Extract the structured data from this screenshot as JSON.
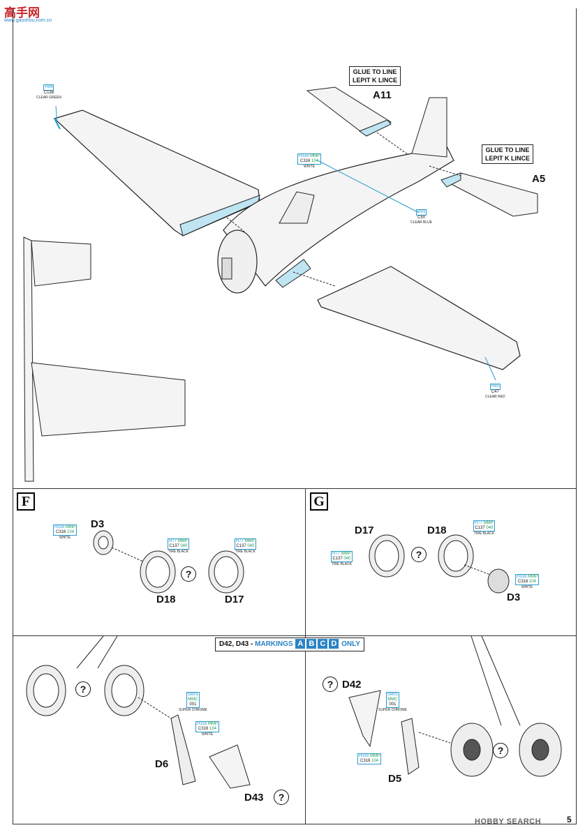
{
  "logo": {
    "text": "高手网",
    "sub": "www.gaoshou.com.cn"
  },
  "top": {
    "glue1": {
      "line1": "GLUE TO LINE",
      "line2": "LEPIT K LINCE",
      "part": "A11"
    },
    "glue2": {
      "line1": "GLUE TO LINE",
      "line2": "LEPIT K LINCE",
      "part": "A5"
    },
    "callouts": [
      {
        "h": "H94",
        "c": "C138",
        "name": "CLEAR GREEN"
      },
      {
        "h": "H316",
        "mmp": "MMP",
        "c": "C316",
        "num": "104",
        "name": "WHITE"
      },
      {
        "h": "H93",
        "c": "C50",
        "name": "CLEAR BLUE"
      },
      {
        "h": "H90",
        "c": "C47",
        "name": "CLEAR RED"
      }
    ]
  },
  "sectionF": {
    "label": "F",
    "parts": [
      "D3",
      "D18",
      "D17"
    ],
    "callouts": [
      {
        "h": "H316",
        "mmp": "MMP",
        "c": "C316",
        "num": "104",
        "name": "WHITE"
      },
      {
        "h": "H77",
        "mmp": "MMP",
        "c": "C137",
        "num": "040",
        "name": "TIRE BLACK"
      },
      {
        "h": "H77",
        "mmp": "MMP",
        "c": "C137",
        "num": "040",
        "name": "TIRE BLACK"
      }
    ],
    "q": "?"
  },
  "sectionG": {
    "label": "G",
    "parts": [
      "D17",
      "D18",
      "D3"
    ],
    "callouts": [
      {
        "h": "H77",
        "mmp": "MMP",
        "c": "C137",
        "num": "040",
        "name": "TIRE BLACK"
      },
      {
        "h": "H77",
        "mmp": "MMP",
        "c": "C137",
        "num": "040",
        "name": "TIRE BLACK"
      },
      {
        "h": "H316",
        "mmp": "MMP",
        "c": "C316",
        "num": "104",
        "name": "WHITE"
      }
    ],
    "q": "?"
  },
  "markings": {
    "prefix": "D42, D43 - ",
    "word": "MARKINGS",
    "letters": [
      "A",
      "B",
      "C",
      "D"
    ],
    "suffix": "ONLY"
  },
  "lower": {
    "left": {
      "parts": [
        "D6",
        "D43"
      ],
      "sm": {
        "h": "SM01",
        "mmc": "MMC",
        "num": "001",
        "name": "SUPER CHROME"
      },
      "white": {
        "h": "H316",
        "mmp": "MMP",
        "c": "C316",
        "num": "104",
        "name": "WHITE"
      }
    },
    "right": {
      "parts": [
        "D42",
        "D5"
      ],
      "sm": {
        "h": "SM01",
        "mmc": "MMC",
        "num": "001",
        "name": "SUPER CHROME"
      },
      "white": {
        "h": "H316",
        "mmp": "MMP",
        "c": "C316",
        "num": "104",
        "name": ""
      }
    },
    "q": "?"
  },
  "watermark": "HOBBY SEARCH",
  "page_number": "5"
}
